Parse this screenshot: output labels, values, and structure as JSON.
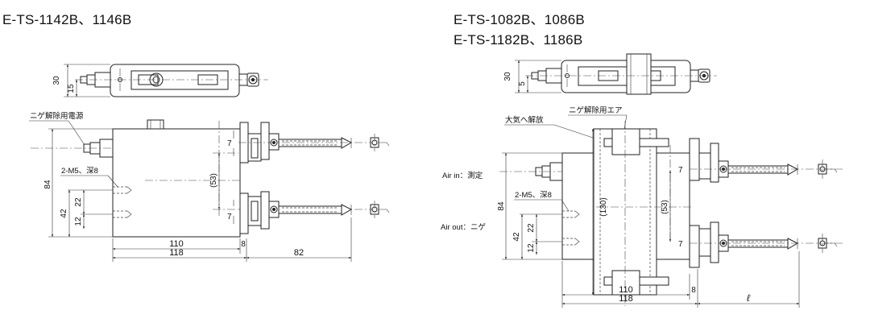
{
  "titles": {
    "left": "E-TS-1142B、1146B",
    "right_line1": "E-TS-1082B、1086B",
    "right_line2": "E-TS-1182B、1186B"
  },
  "left_drawing": {
    "dim_30": "30",
    "dim_15": "15",
    "label_power": "ニゲ解除用電源",
    "label_thread": "2-M5、深8",
    "dim_84": "84",
    "dim_42": "42",
    "dim_22": "22",
    "dim_12": "12",
    "dim_53": "(53)",
    "dim_7a": "7",
    "dim_7b": "7",
    "dim_110": "110",
    "dim_118": "118",
    "dim_8": "8",
    "dim_82": "82"
  },
  "right_drawing": {
    "dim_30": "30",
    "dim_5": "5",
    "label_air_release": "ニゲ解除用エア",
    "label_atmosphere": "大気へ解放",
    "label_air_in": "Air in：測定",
    "label_air_out": "Air out：ニゲ",
    "label_thread": "2-M5、深8",
    "dim_84": "84",
    "dim_42": "42",
    "dim_22": "22",
    "dim_12": "12",
    "dim_130": "(130)",
    "dim_53": "(53)",
    "dim_7a": "7",
    "dim_7b": "7",
    "dim_110": "110",
    "dim_118": "118",
    "dim_8": "8",
    "dim_l": "ℓ"
  }
}
